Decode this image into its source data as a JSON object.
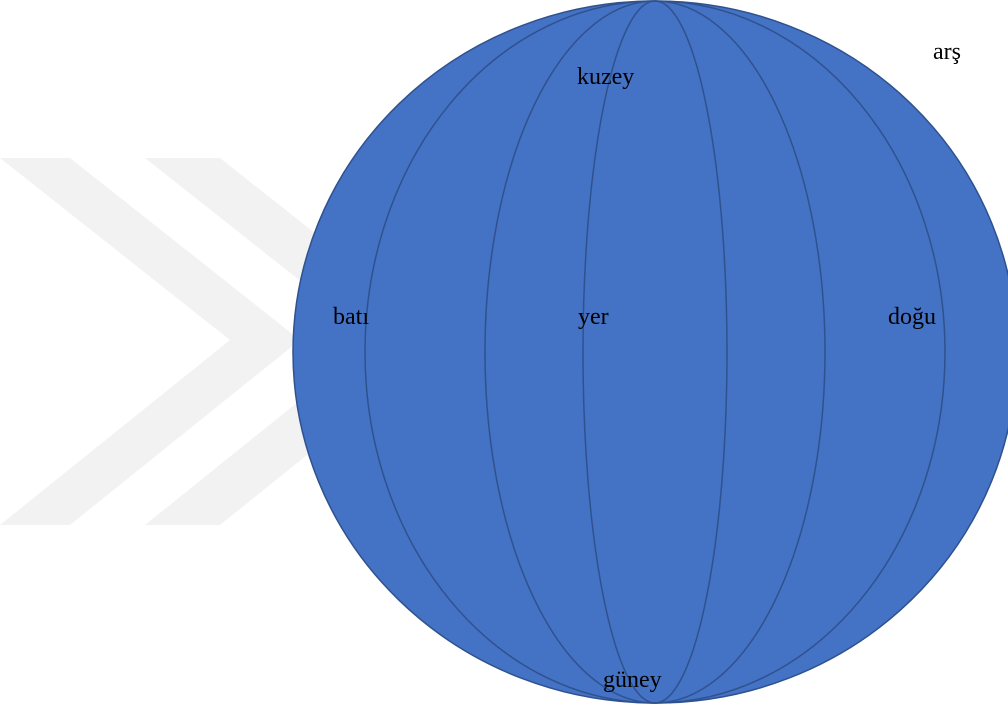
{
  "diagram": {
    "labels": {
      "ars": "arş",
      "kuzey": "kuzey",
      "bati": "batı",
      "yer": "yer",
      "dogu": "doğu",
      "guney": "güney"
    },
    "colors": {
      "globe_fill": "#4472C4",
      "meridian_stroke": "#2F528F",
      "watermark": "#F2F2F2",
      "text": "#000000"
    }
  }
}
